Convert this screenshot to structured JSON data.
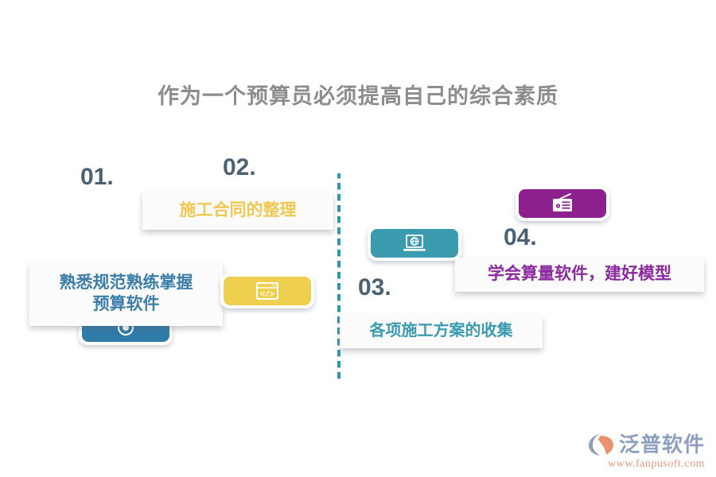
{
  "page": {
    "title": "作为一个预算员必须提高自己的综合素质",
    "background_color": "#ffffff",
    "title_color": "#8d8d8d"
  },
  "divider": {
    "name": "vertical-dashed-divider",
    "color": "#2d97b0",
    "style": "dashed"
  },
  "steps": [
    {
      "number": "01.",
      "number_color": "#4a6274",
      "text": "熟悉规范熟练掌握\n预算软件",
      "text_color": "#3b7fa8",
      "icon": "camera-lens-icon",
      "icon_bg_color": "#2f7ba7"
    },
    {
      "number": "02.",
      "number_color": "#4a6274",
      "text": "施工合同的整理",
      "text_color": "#f0c850",
      "icon": "code-window-icon",
      "icon_bg_color": "#efcf4e"
    },
    {
      "number": "03.",
      "number_color": "#4a6274",
      "text": "各项施工方案的收集",
      "text_color": "#3a9bb0",
      "icon": "laptop-globe-icon",
      "icon_bg_color": "#3a9bae"
    },
    {
      "number": "04.",
      "number_color": "#4a6274",
      "text": "学会算量软件，建好模型",
      "text_color": "#8b2a9e",
      "icon": "radio-icon",
      "icon_bg_color": "#8e1f8e"
    }
  ],
  "logo": {
    "brand": "泛普软件",
    "brand_color": "#8da0c0",
    "url": "www.fanpusoft.com",
    "url_color": "#e69a7e",
    "mark": "fanpu-swoosh-logo-icon"
  }
}
